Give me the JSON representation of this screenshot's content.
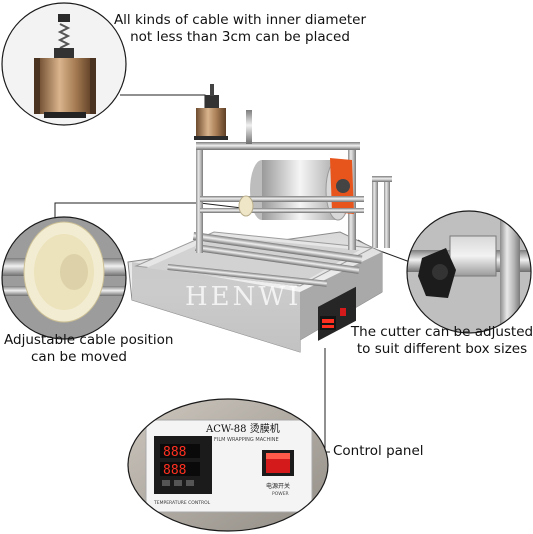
{
  "callouts": {
    "cable_reel": {
      "line1": "All kinds of cable with inner diameter",
      "line2": "not less than 3cm can be placed"
    },
    "cable_position": {
      "line1": "Adjustable cable position",
      "line2": "can be moved"
    },
    "cutter": {
      "line1": "The cutter can be adjusted",
      "line2": "to suit different box sizes"
    },
    "control_panel": {
      "label": "Control panel"
    }
  },
  "machine": {
    "watermark": "HENWI",
    "model_label": "ACW-88 烫膜机",
    "model_sub": "FILM WRAPPING MACHINE",
    "switch_label": "电源开关",
    "switch_sub": "POWER",
    "controller_label": "TEMPERATURE CONTROL"
  },
  "colors": {
    "steel_light": "#e2e2e2",
    "steel_mid": "#b9b9b9",
    "steel_dark": "#7d7d7d",
    "accent_orange": "#e8551c",
    "switch_red": "#d41a1a",
    "display_red": "#ff3020",
    "panel_black": "#1b1b1b"
  }
}
